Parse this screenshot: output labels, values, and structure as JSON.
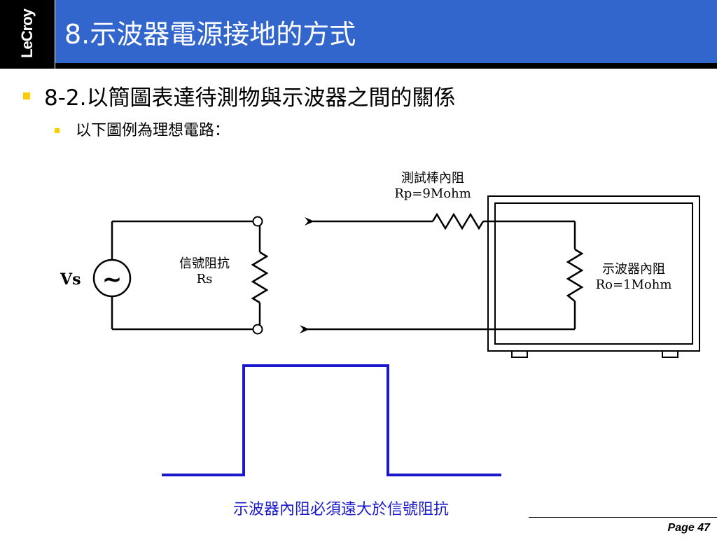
{
  "header": {
    "logo": "LeCroy",
    "title": "8.示波器電源接地的方式"
  },
  "bullets": {
    "level1": "8-2.以簡圖表達待測物與示波器之間的關係",
    "level2": "以下圖例為理想電路："
  },
  "diagram": {
    "source_label": "Vs",
    "source_symbol": "~",
    "rs_label_line1": "信號阻抗",
    "rs_label_line2": "Rs",
    "probe_label_line1": "測試棒內阻",
    "probe_label_line2": "Rp=9Mohm",
    "ro_label_line1": "示波器內阻",
    "ro_label_line2": "Ro=1Mohm"
  },
  "caption": "示波器內阻必須遠大於信號阻抗",
  "footer": {
    "page": "Page 47"
  },
  "colors": {
    "title_bar": "#3366cc",
    "bullet": "#ffcc00",
    "waveform": "#1a1acc",
    "caption": "#1a1acc"
  }
}
